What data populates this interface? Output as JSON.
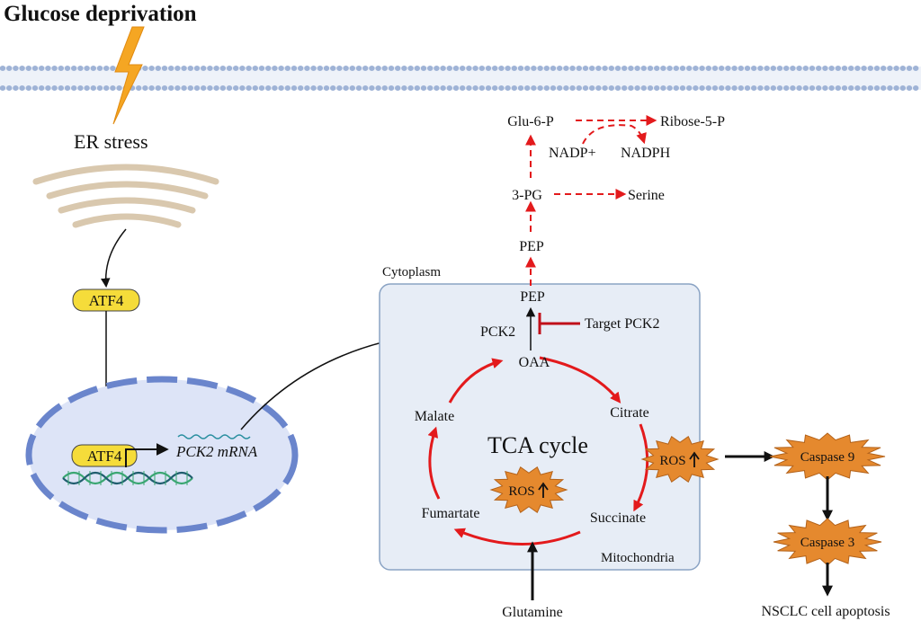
{
  "title": "Glucose deprivation",
  "labels": {
    "er_stress": "ER stress",
    "atf4_cytoplasm": "ATF4",
    "atf4_nucleus": "ATF4",
    "pck2_mrna": "PCK2 mRNA",
    "cytoplasm": "Cytoplasm",
    "mitochondria": "Mitochondria",
    "tca_cycle": "TCA cycle",
    "glutamine": "Glutamine",
    "target_pck2": "Target PCK2",
    "ros_inner": "ROS",
    "ros_outer": "ROS",
    "caspase9": "Caspase 9",
    "caspase3": "Caspase 3",
    "apoptosis": "NSCLC cell apoptosis"
  },
  "metabolites": {
    "oaa": "OAA",
    "citrate": "Citrate",
    "succinate": "Succinate",
    "fumartate": "Fumartate",
    "malate": "Malate",
    "pck2": "PCK2",
    "pep_inner": "PEP",
    "pep_outer": "PEP",
    "pg3": "3-PG",
    "serine": "Serine",
    "glu6p": "Glu-6-P",
    "ribose5p": "Ribose-5-P",
    "nadp": "NADP+",
    "nadph": "NADPH"
  },
  "colors": {
    "membrane": "#9fb3d6",
    "nucleus_fill": "#dde4f7",
    "nucleus_border": "#6a85cc",
    "atf4_fill": "#f5dc3a",
    "mito_fill": "#e7edf6",
    "mito_border": "#8aa3c4",
    "red": "#e31a1c",
    "ros_fill": "#e5892e",
    "lightning": "#f5a623",
    "er": "#d9c8ae",
    "dna_green": "#3aa672",
    "dna_dark": "#1f5d6e"
  },
  "icons": [
    "lightning-icon",
    "er-icon",
    "dna-icon",
    "mrna-icon",
    "up-arrow-icon"
  ]
}
